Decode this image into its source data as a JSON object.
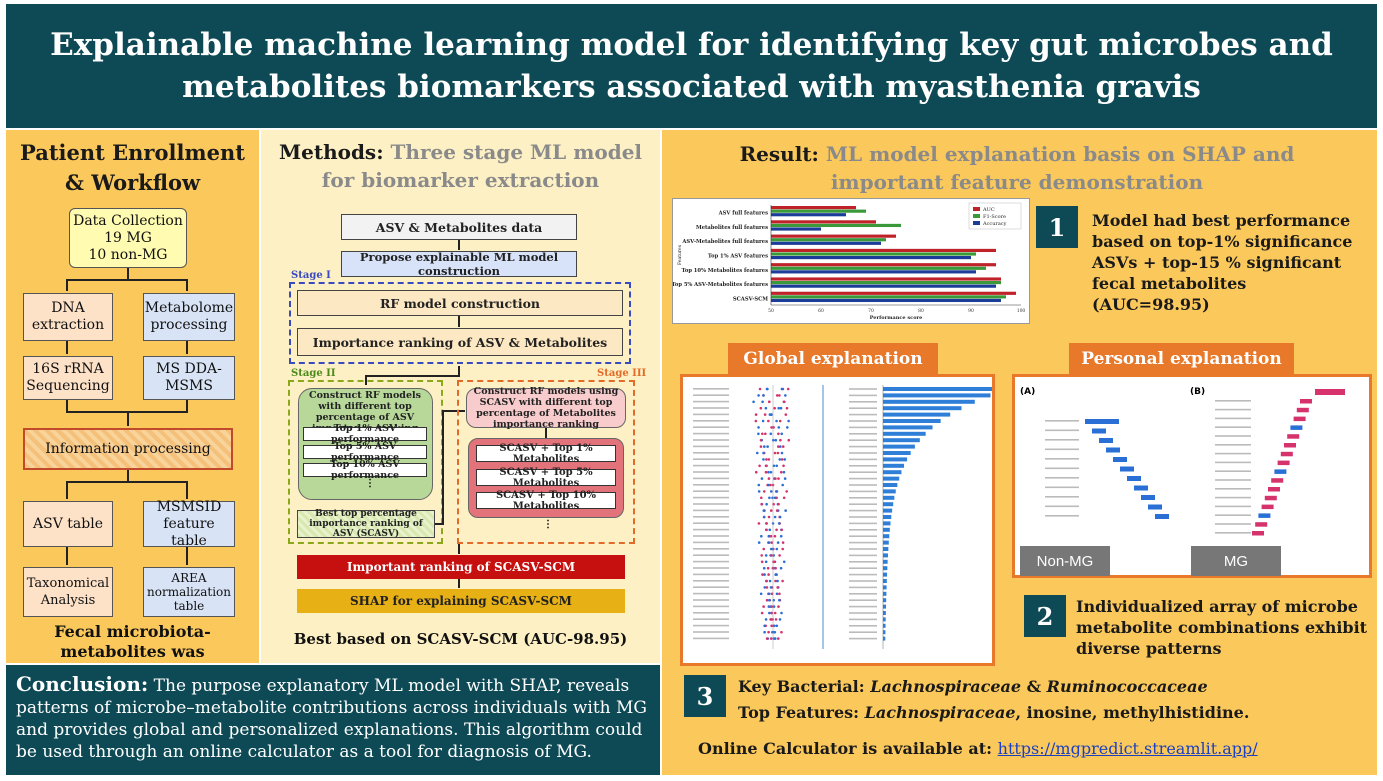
{
  "title": {
    "line1": "Explainable machine learning model for identifying key gut microbes and",
    "line2": "metabolites biomarkers associated with myasthenia gravis"
  },
  "left": {
    "heading1": "Patient Enrollment",
    "heading2": "& Workflow",
    "data_collection": [
      "Data Collection",
      "19 MG",
      "10 non-MG"
    ],
    "dna": "DNA extraction",
    "metabolome": "Metabolome processing",
    "rrna": "16S rRNA Sequencing",
    "ms": "MS DDA-MSMS",
    "info": "Information processing",
    "asv_table": "ASV table",
    "msmsid": "MSMSID feature table",
    "taxo": "Taxonomical Analysis",
    "area": "AREA normalization table",
    "footer": "Fecal microbiota-metabolites was extraction"
  },
  "methods": {
    "head_dark": "Methods:",
    "head_gray": " Three stage ML model for biomarker extraction",
    "asv_data": "ASV & Metabolites data",
    "propose": "Propose explainable ML model construction",
    "stage1": "Stage I",
    "stage2": "Stage II",
    "stage3": "Stage III",
    "rf": "RF model construction",
    "importance": "Importance ranking of ASV & Metabolites",
    "construct_asv": "Construct RF models with different top percentage of ASV importance ranking",
    "asv_perf": [
      "Top 1% ASV performance",
      "Top 5% ASV performance",
      "Top 10% ASV performance"
    ],
    "best_pct": "Best top percentage importance ranking of ASV (SCASV)",
    "construct_scasv": "Construct RF models using SCASV with different top percentage of Metabolites importance ranking",
    "scasv_items": [
      "SCASV + Top 1% Metabolites",
      "SCASV + Top 5% Metabolites",
      "SCASV + Top 10% Metabolites"
    ],
    "important_ranking": "Important ranking of  SCASV-SCM",
    "shap": "SHAP for explaining SCASV-SCM",
    "best": "Best based on SCASV-SCM (AUC-98.95)"
  },
  "result": {
    "head_dark": "Result:",
    "head_gray1": " ML model explanation basis on SHAP and",
    "head_gray2": "important feature demonstration",
    "n1": "1",
    "r1": "Model had best performance based on top-1% significance ASVs + top-15 % significant fecal metabolites (AUC=98.95)",
    "global": "Global explanation",
    "personal": "Personal explanation",
    "label_a": "(A)",
    "label_b": "(B)",
    "nonmg": "Non-MG",
    "mg": "MG",
    "n2": "2",
    "r2": "Individualized array of microbe metabolite combinations exhibit diverse patterns",
    "n3": "3",
    "key_bact_label": "Key Bacterial: ",
    "key_bact_1": "Lachnospiraceae",
    "key_bact_amp": " & ",
    "key_bact_2": "Ruminococcaceae",
    "top_feat_label": "Top Features: ",
    "top_feat_it": "Lachnospiraceae",
    "top_feat_rest": ", inosine, methylhistidine.",
    "online_label": "Online Calculator is available at: ",
    "online_url": "https://mgpredict.streamlit.app/"
  },
  "conclusion": {
    "label": "Conclusion:",
    "text": " The purpose explanatory ML model with SHAP, reveals patterns of microbe–metabolite contributions across individuals with MG and provides global and personalized explanations. This algorithm could be used through an online calculator as a tool for diagnosis of MG."
  },
  "colors": {
    "teal": "#0e4a55",
    "gold": "#fbc85b",
    "cream": "#fdf0c4",
    "orange": "#e8792a",
    "auc": "#c0222a",
    "f1": "#3a9a3a",
    "acc": "#1c3c9a"
  },
  "chart_data": {
    "type": "bar",
    "categories": [
      "ASV full features",
      "Metabolites full features",
      "ASV-Metabolites full features",
      "Top 1% ASV features",
      "Top 10% Metabolites features",
      "Top 5% ASV-Metabolites features",
      "SCASV-SCM"
    ],
    "series": [
      {
        "name": "AUC",
        "values": [
          67,
          71,
          75,
          95,
          95,
          96,
          99
        ]
      },
      {
        "name": "F1-Score",
        "values": [
          69,
          76,
          73,
          91,
          93,
          96,
          97
        ]
      },
      {
        "name": "Accuracy",
        "values": [
          65,
          60,
          72,
          90,
          91,
          95,
          96
        ]
      }
    ],
    "xlabel": "Performance score",
    "ylabel": "Features",
    "xticks": [
      "50",
      "60",
      "70",
      "80",
      "90",
      "100"
    ],
    "xlim": [
      50,
      100
    ],
    "legend": "top-right"
  }
}
